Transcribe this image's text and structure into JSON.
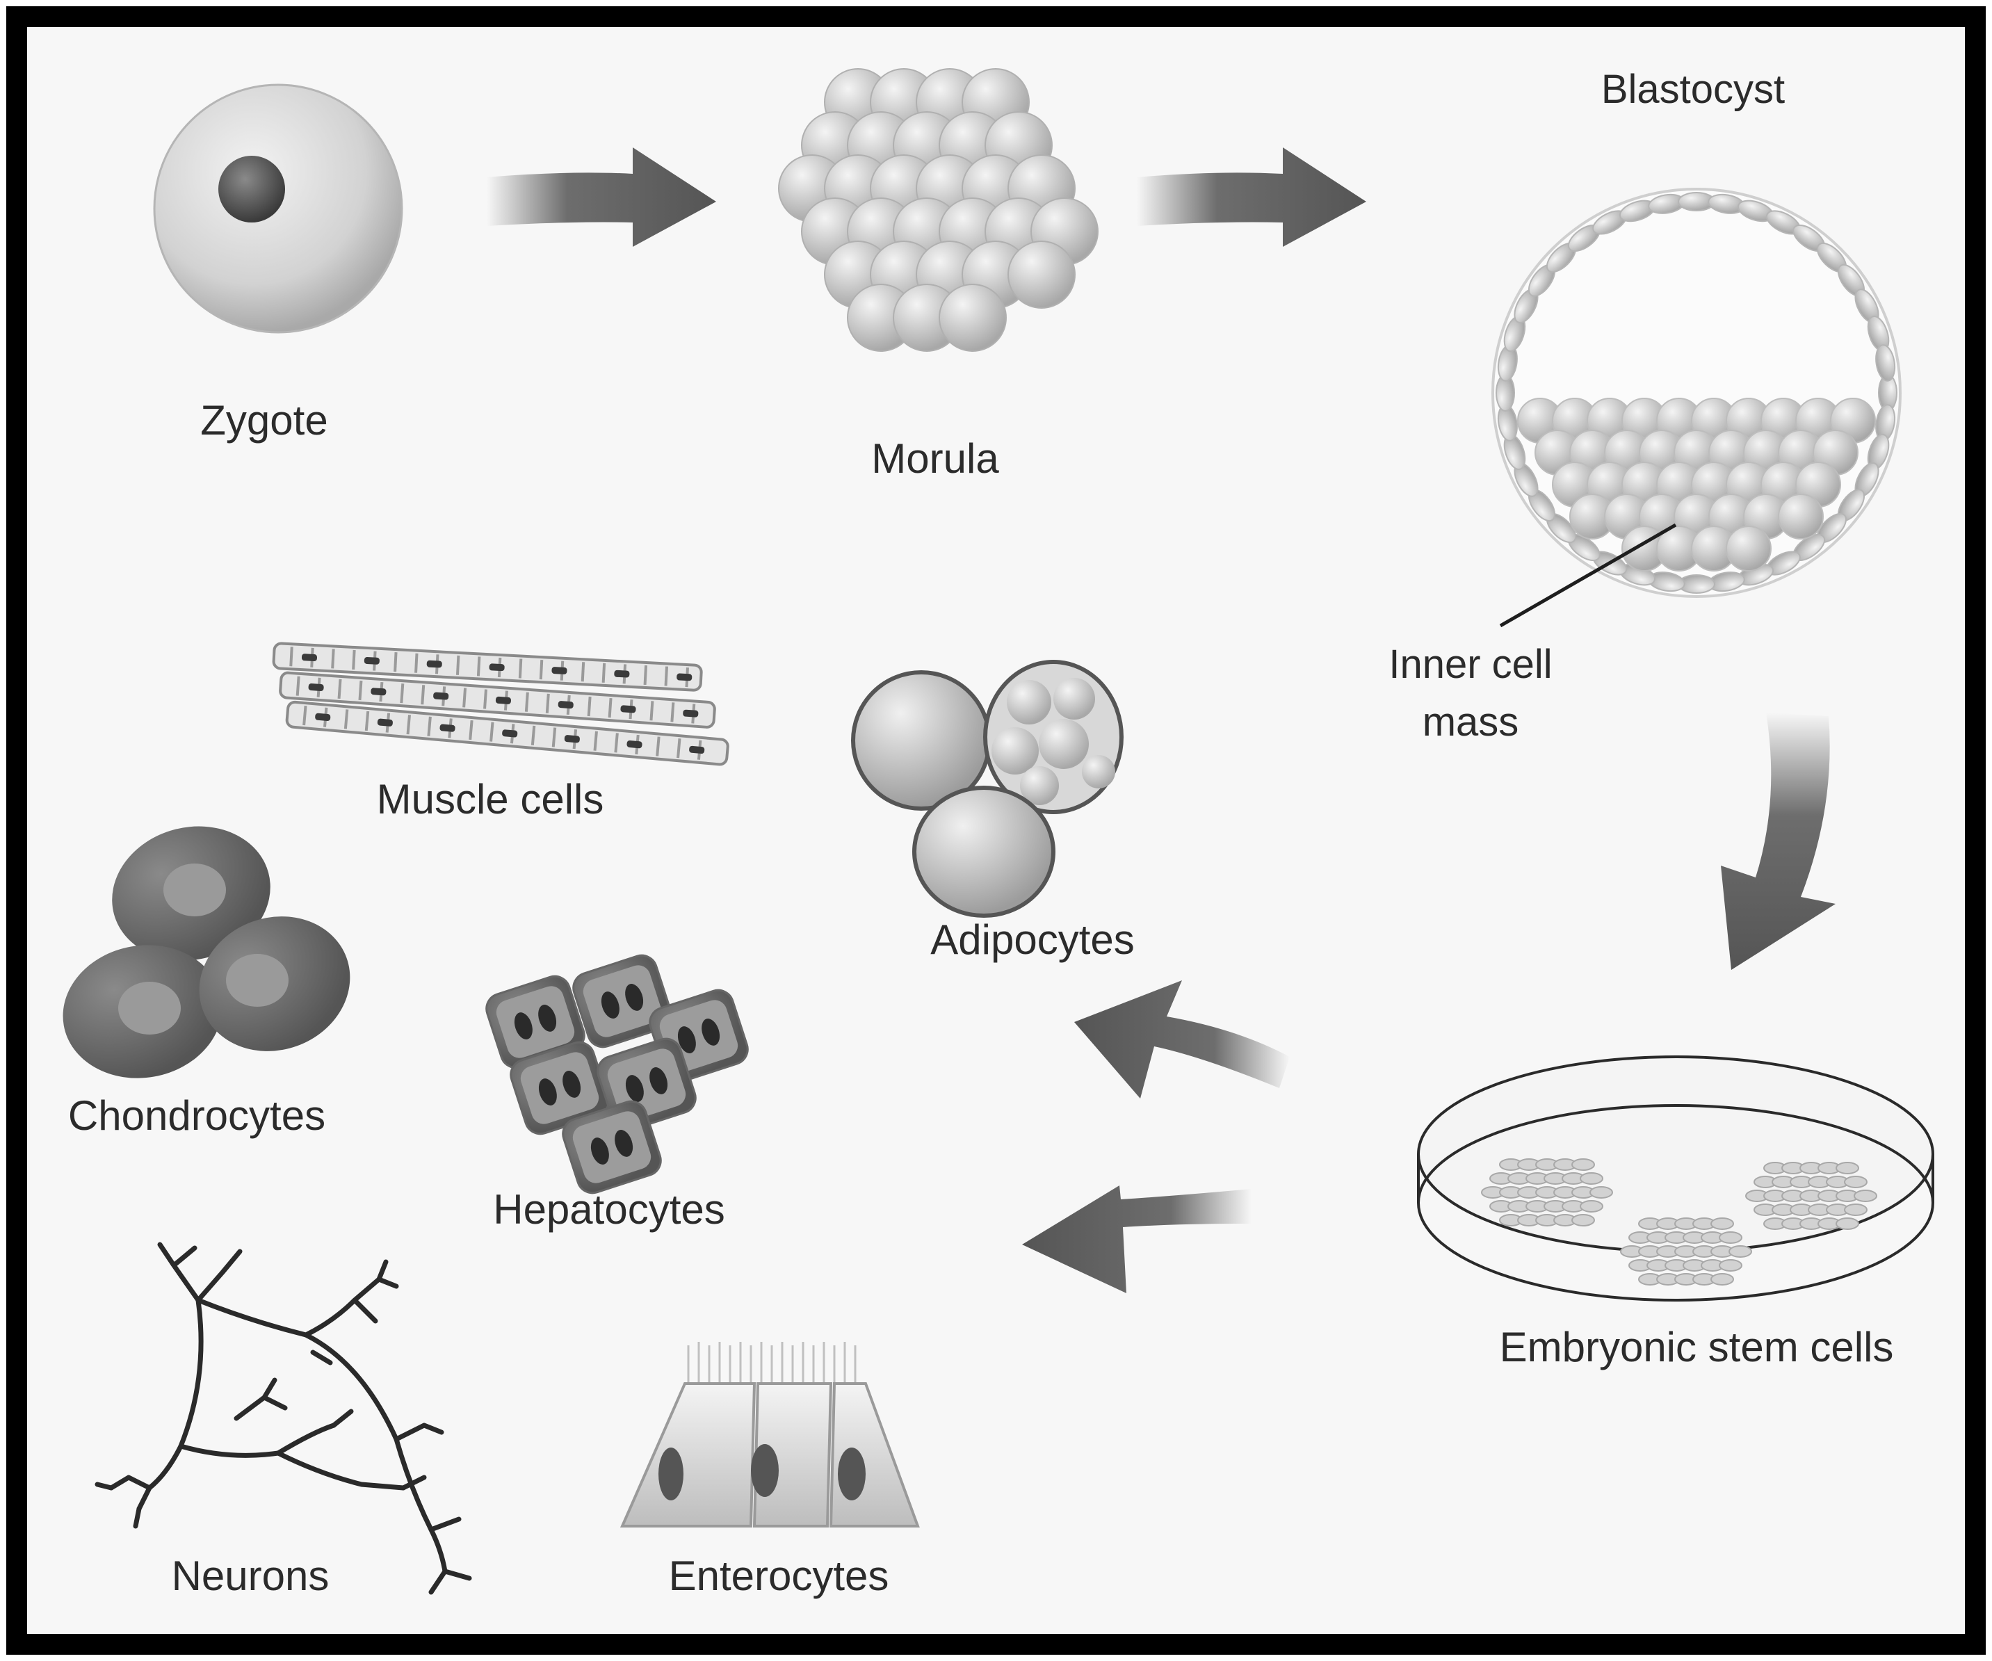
{
  "stages": {
    "zygote": "Zygote",
    "morula": "Morula",
    "blastocyst": "Blastocyst",
    "inner_cell_mass_line1": "Inner cell",
    "inner_cell_mass_line2": "mass",
    "embryonic_stem_cells": "Embryonic stem cells"
  },
  "cell_types": {
    "muscle": "Muscle cells",
    "adipocytes": "Adipocytes",
    "chondrocytes": "Chondrocytes",
    "hepatocytes": "Hepatocytes",
    "neurons": "Neurons",
    "enterocytes": "Enterocytes"
  },
  "colors": {
    "border": "#000000",
    "background": "#f6f6f6",
    "arrow": "#555555",
    "cell_light": "#cfcfcf",
    "cell_dark": "#6e6e6e"
  }
}
